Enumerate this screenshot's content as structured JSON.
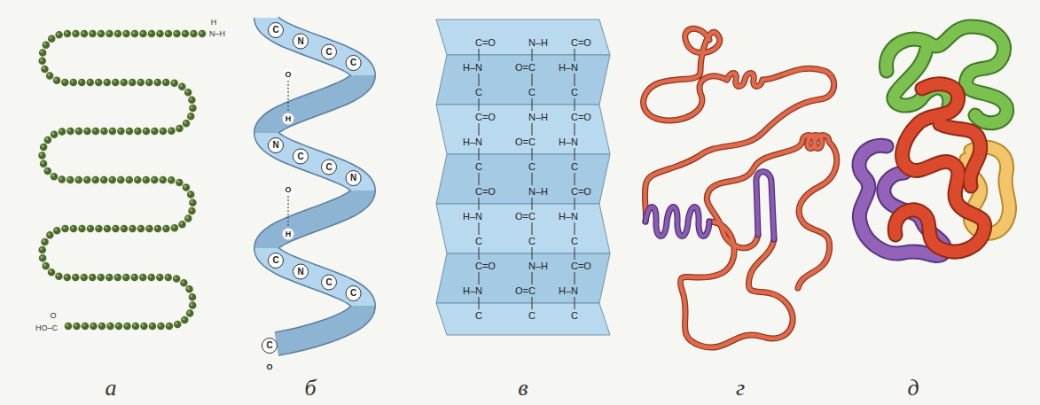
{
  "diagram": {
    "labels": [
      "H",
      "N–H",
      "O",
      "HO–C",
      "а",
      "C",
      "N",
      "C",
      "C",
      "N",
      "C",
      "C",
      "N",
      "C",
      "N",
      "C",
      "C",
      "O",
      "H",
      "O",
      "H",
      "C",
      "O",
      "б",
      "C=O",
      "N–H",
      "C=O",
      "H–N",
      "O=C",
      "H–N",
      "C",
      "C",
      "C",
      "C=O",
      "N–H",
      "C=O",
      "H–N",
      "O=C",
      "H–N",
      "C",
      "C",
      "C",
      "C=O",
      "N–H",
      "C=O",
      "H–N",
      "O=C",
      "H–N",
      "C",
      "C",
      "C",
      "C=O",
      "N–H",
      "C=O",
      "H–N",
      "O=C",
      "H–N",
      "C",
      "C",
      "C",
      "в",
      "г",
      "д"
    ]
  }
}
